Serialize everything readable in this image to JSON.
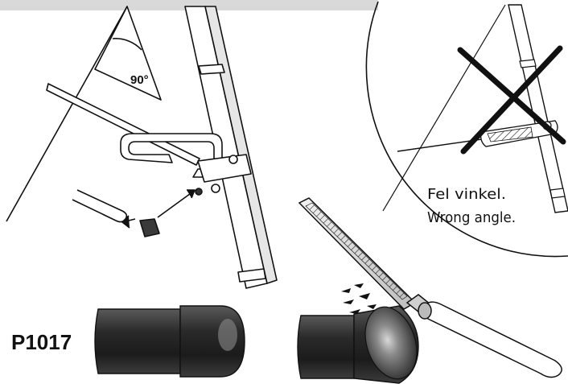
{
  "labels": {
    "angle": "90°",
    "wrong_angle_sv": "Fel vinkel.",
    "wrong_angle_en": "Wrong angle.",
    "part_number": "P1017"
  },
  "colors": {
    "line": "#111111",
    "cap_dark": "#2b2b2b",
    "cap_mid": "#6a6a6a",
    "top_band": "#d9d9d9",
    "cross": "#111111"
  }
}
